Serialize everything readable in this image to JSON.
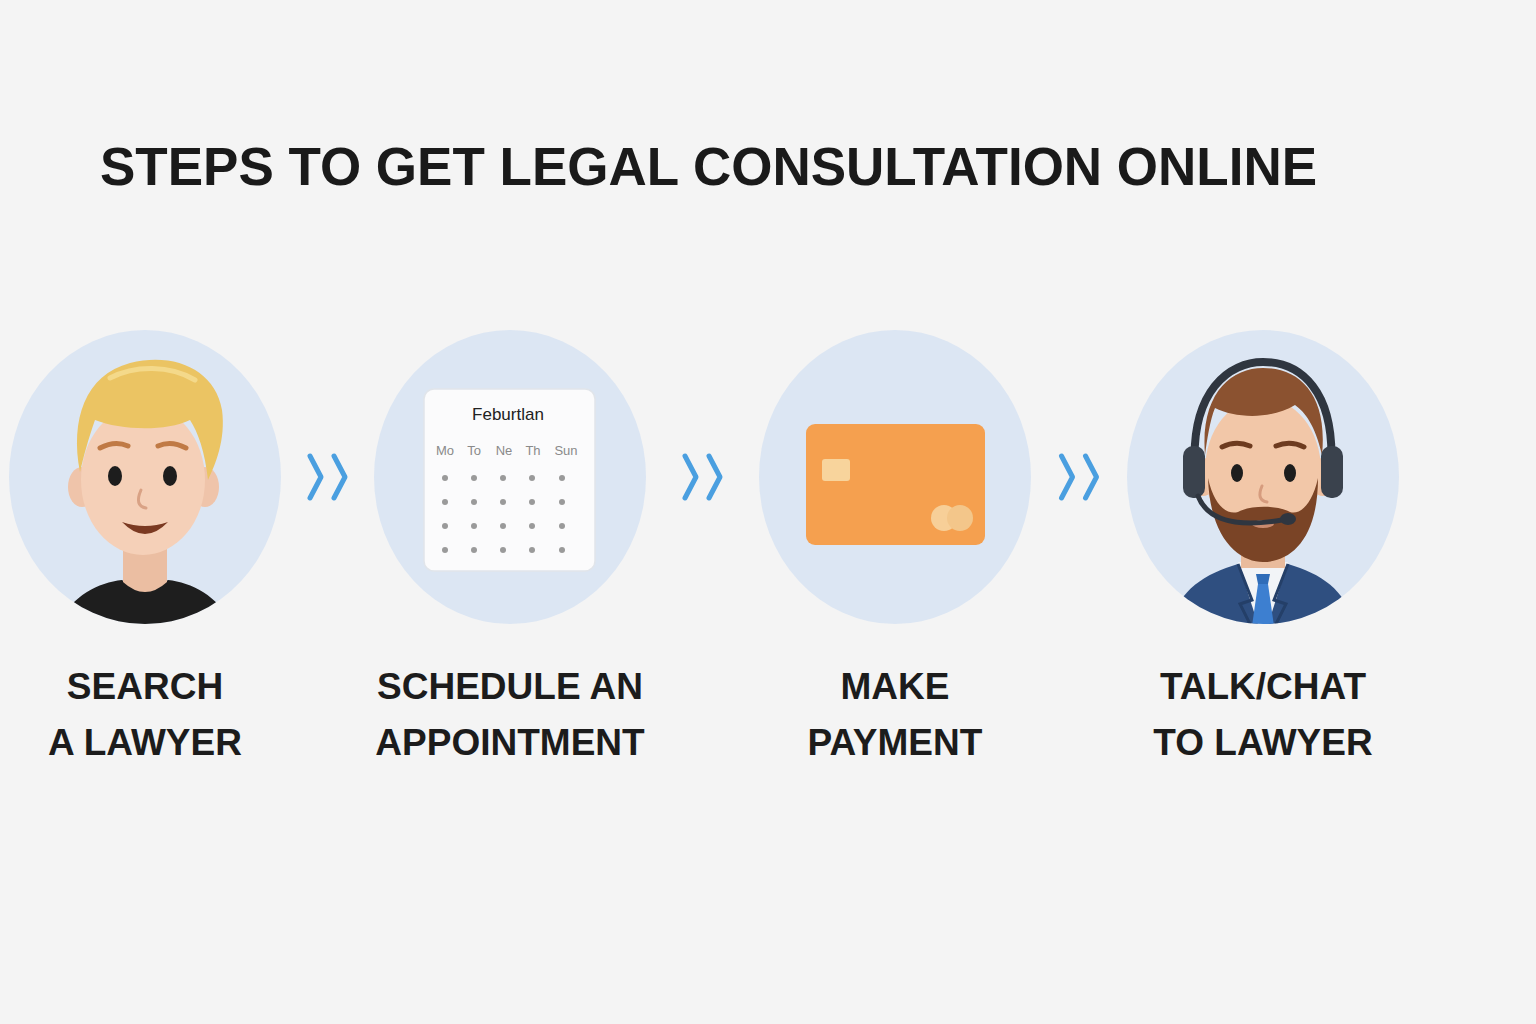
{
  "diagram": {
    "title": "STEPS TO GET LEGAL CONSULTATION ONLINE",
    "nodes": [
      {
        "text": [
          "SEARCH A LAWYER"
        ]
      },
      {
        "text": [
          "SCHEDULE AN APPOINTMENT"
        ]
      },
      {
        "text": [
          "MAKE PAYMENT"
        ]
      },
      {
        "text": [
          "TALK/CHAT TO LAWYER"
        ]
      }
    ],
    "edges": [
      {
        "from": 0,
        "to": 1,
        "arrow": "to"
      },
      {
        "from": 1,
        "to": 2,
        "arrow": "to"
      },
      {
        "from": 2,
        "to": 3,
        "arrow": "to"
      }
    ],
    "labels": [
      "Feburtlan",
      "Mo",
      "To",
      "Ne",
      "Th",
      "Sun"
    ]
  }
}
